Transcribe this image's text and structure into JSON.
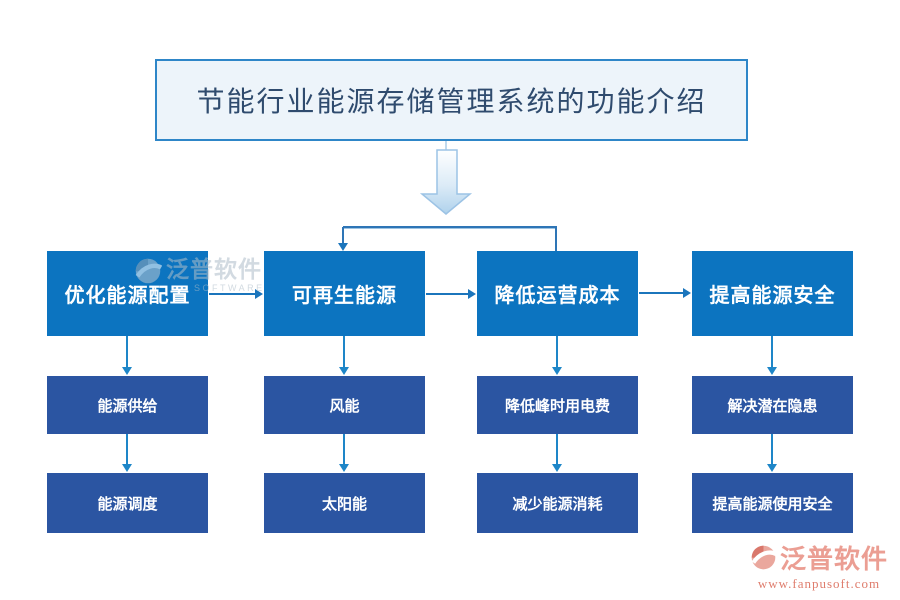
{
  "title": "节能行业能源存储管理系统的功能介绍",
  "columns": [
    {
      "title": "优化能源配置",
      "children": [
        "能源供给",
        "能源调度"
      ]
    },
    {
      "title": "可再生能源",
      "children": [
        "风能",
        "太阳能"
      ]
    },
    {
      "title": "降低运营成本",
      "children": [
        "降低峰时用电费",
        "减少能源消耗"
      ]
    },
    {
      "title": "提高能源安全",
      "children": [
        "解决潜在隐患",
        "提高能源使用安全"
      ]
    }
  ],
  "watermark": {
    "brand": "泛普软件",
    "subtext": "SOFTWARE"
  },
  "footer": {
    "brand": "泛普软件",
    "url": "www.fanpusoft.com"
  },
  "colors": {
    "main_box": "#0C74C0",
    "sub_box": "#2B55A2",
    "connector": "#1B75BC",
    "title_bg": "#EDF4FA",
    "title_border": "#2E86C8",
    "title_text": "#2F4B6E",
    "big_arrow_gradient": [
      "#FEFFFF",
      "#AFD2EC"
    ],
    "brand_text": "#EB9E93",
    "brand_url": "#DF7D6D"
  }
}
